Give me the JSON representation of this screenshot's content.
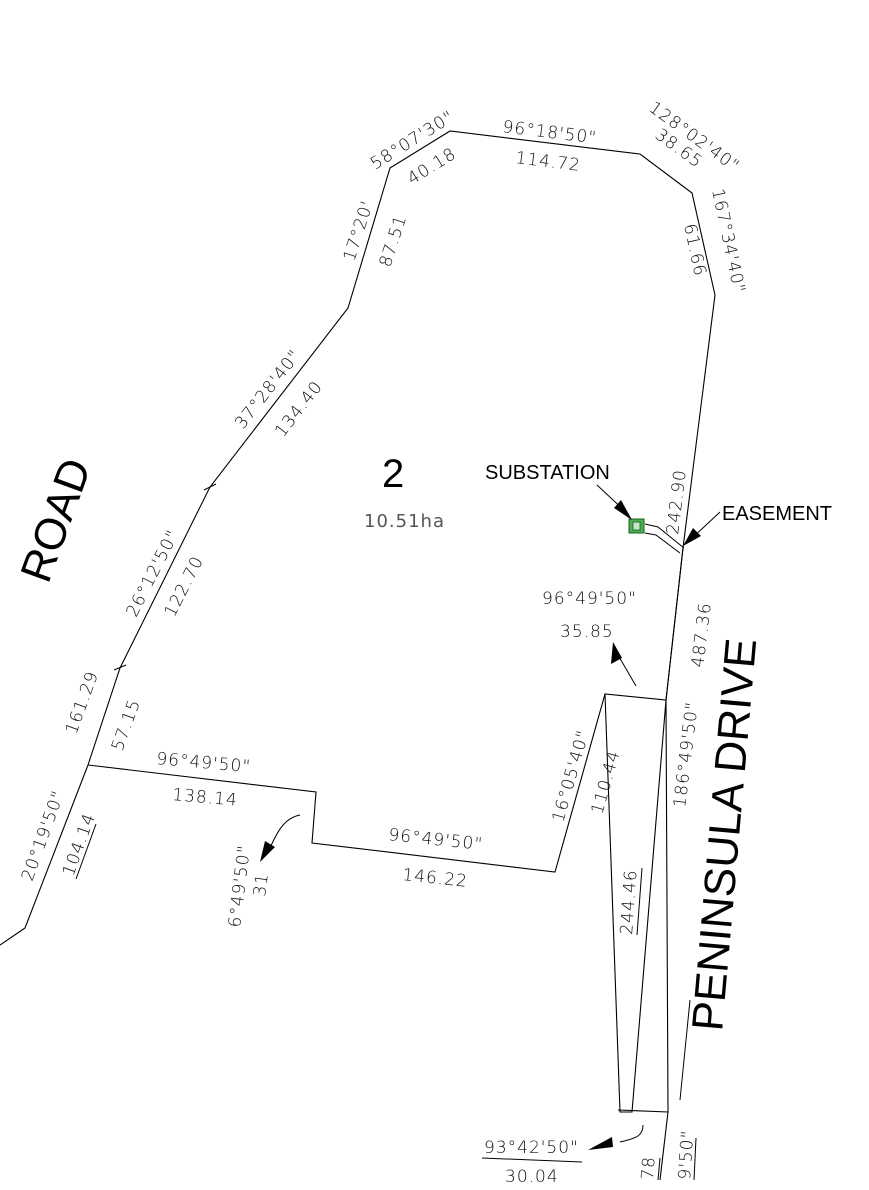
{
  "lot": {
    "number": "2",
    "area": "10.51ha"
  },
  "labels": {
    "substation": "SUBSTATION",
    "easement": "EASEMENT"
  },
  "roads": {
    "left": "ROAD",
    "right": "PENINSULA  DRIVE"
  },
  "colors": {
    "line": "#000000",
    "substation_fill": "#4caf50",
    "area_text": "#555555"
  },
  "boundary": {
    "top_left_bearing": "58°07'30\"",
    "top_left_distance": "40.18",
    "top_bearing": "96°18'50\"",
    "top_distance": "114.72",
    "top_right_bearing": "128°02'40\"",
    "top_right_distance": "38.65",
    "right_upper_bearing": "167°34'40\"",
    "right_upper_distance": "61.66",
    "left_upper_bearing": "17°20'",
    "left_upper_distance": "87.51",
    "left_mid_bearing": "37°28'40\"",
    "left_mid_distance": "134.40",
    "left_lower_bearing": "26°12'50\"",
    "left_lower_distance": "122.70",
    "left_bottom_distance": "57.15",
    "road_total_distance": "161.29",
    "road_bearing": "20°19'50\"",
    "road_distance": "104.14",
    "right_segment_distance": "242.90",
    "drive_total_distance": "487.36",
    "drive_bearing": "186°49'50\"",
    "notch_bearing": "96°49'50\"",
    "notch_distance": "35.85",
    "south_bearing_1": "96°49'50\"",
    "south_distance_1": "138.14",
    "jog_bearing": "6°49'50\"",
    "jog_distance": "31",
    "south_bearing_2": "96°49'50\"",
    "south_distance_2": "146.22",
    "inner_bearing": "16°05'40\"",
    "inner_distance": "110.44",
    "handle_distance": "244.46",
    "bottom_bearing": "93°42'50\"",
    "bottom_distance": "30.04",
    "bottom_partial_distance": "78",
    "bottom_partial_bearing": "9'50\""
  }
}
